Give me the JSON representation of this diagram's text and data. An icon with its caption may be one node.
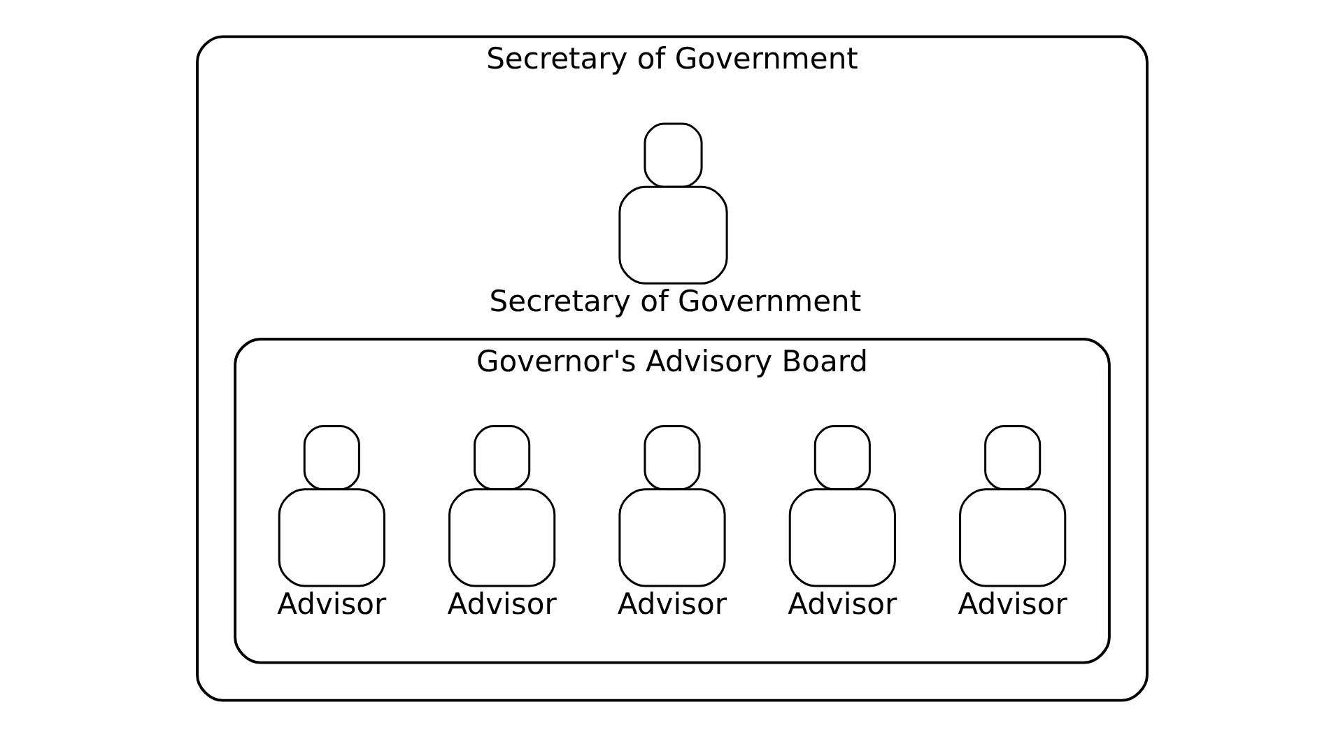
{
  "diagram": {
    "nodes": [
      {
        "text": [
          "Secretary of Government"
        ]
      },
      {
        "text": [
          "Secretary of Government"
        ],
        "in": 0
      },
      {
        "text": [
          "Governor's Advisory Board"
        ],
        "in": 0
      },
      {
        "text": [
          "Advisor"
        ],
        "in": 2
      },
      {
        "text": [
          "Advisor"
        ],
        "in": 2
      },
      {
        "text": [
          "Advisor"
        ],
        "in": 2
      },
      {
        "text": [
          "Advisor"
        ],
        "in": 2
      },
      {
        "text": [
          "Advisor"
        ],
        "in": 2
      }
    ]
  }
}
